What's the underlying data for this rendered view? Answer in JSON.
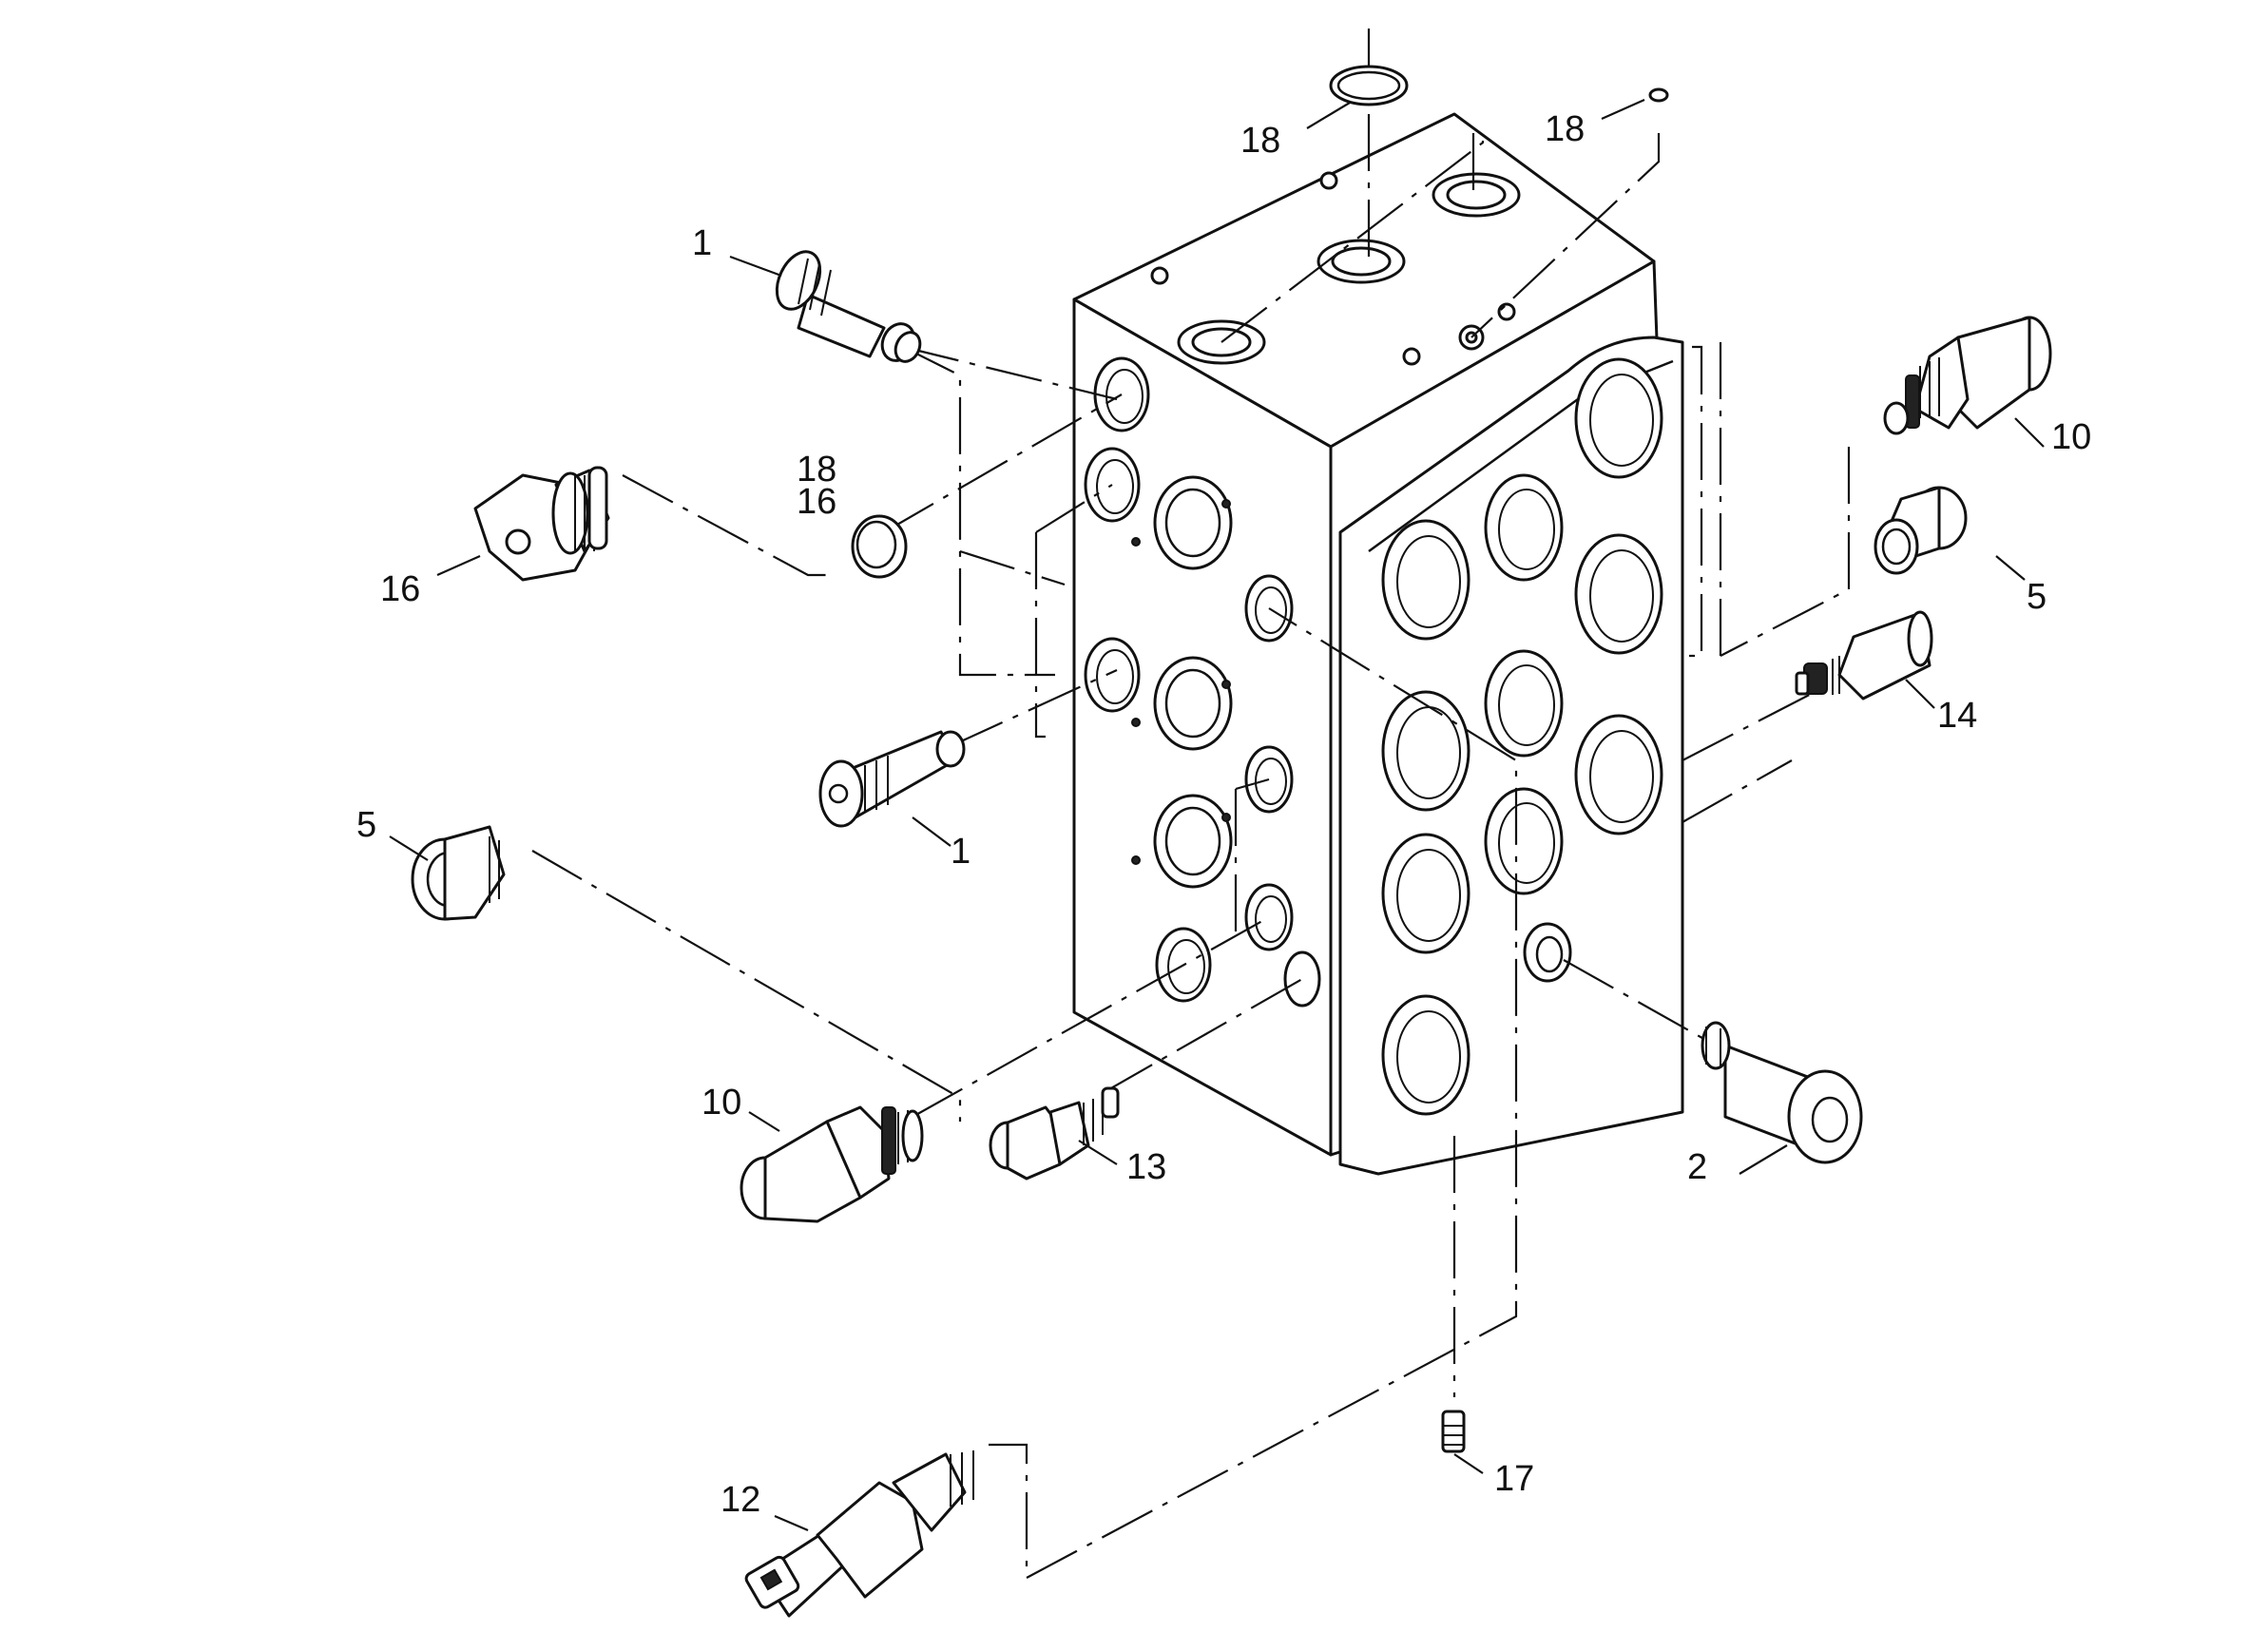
{
  "diagram": {
    "callouts": [
      {
        "id": "c18a",
        "text": "18"
      },
      {
        "id": "c18b",
        "text": "18"
      },
      {
        "id": "c1a",
        "text": "1"
      },
      {
        "id": "c18c",
        "text": "18"
      },
      {
        "id": "c16a",
        "text": "16"
      },
      {
        "id": "c16b",
        "text": "16"
      },
      {
        "id": "c10a",
        "text": "10"
      },
      {
        "id": "c5a",
        "text": "5"
      },
      {
        "id": "c14",
        "text": "14"
      },
      {
        "id": "c1b",
        "text": "1"
      },
      {
        "id": "c5b",
        "text": "5"
      },
      {
        "id": "c10b",
        "text": "10"
      },
      {
        "id": "c13",
        "text": "13"
      },
      {
        "id": "c2",
        "text": "2"
      },
      {
        "id": "c17",
        "text": "17"
      },
      {
        "id": "c12",
        "text": "12"
      }
    ]
  }
}
